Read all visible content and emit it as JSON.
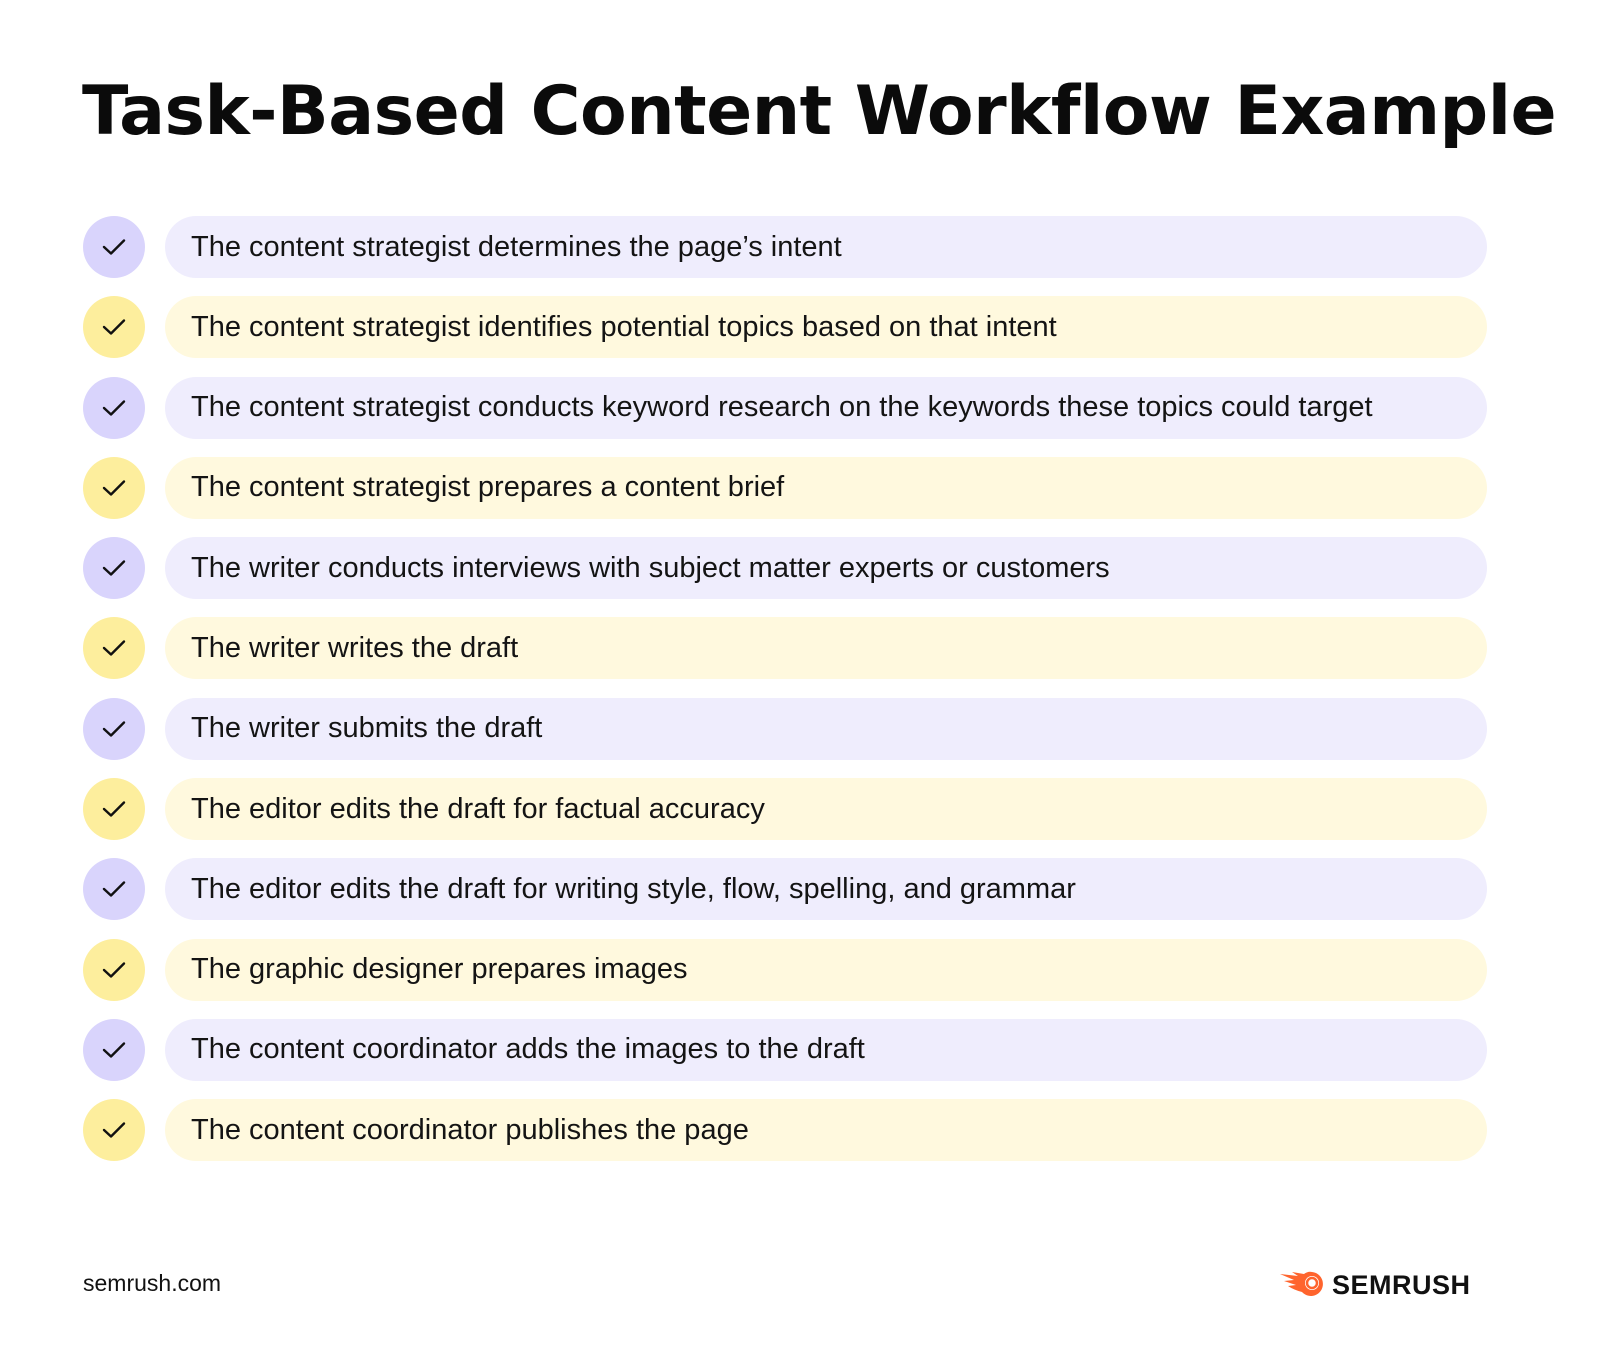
{
  "title": "Task-Based Content Workflow Example",
  "colors": {
    "purple_circle": "#d9d4fc",
    "purple_pill": "#efedfd",
    "yellow_circle": "#fdee9d",
    "yellow_pill": "#fff9de",
    "brand_orange": "#ff642d"
  },
  "steps": [
    {
      "text": "The content strategist determines the page’s intent",
      "color": "purple",
      "icon": "check-icon"
    },
    {
      "text": "The content strategist identifies potential topics based on that intent",
      "color": "yellow",
      "icon": "check-icon"
    },
    {
      "text": "The content strategist conducts keyword research on the keywords these topics could target",
      "color": "purple",
      "icon": "check-icon"
    },
    {
      "text": "The content strategist prepares a content brief",
      "color": "yellow",
      "icon": "check-icon"
    },
    {
      "text": "The writer conducts interviews with subject matter experts or customers",
      "color": "purple",
      "icon": "check-icon"
    },
    {
      "text": "The writer writes the draft",
      "color": "yellow",
      "icon": "check-icon"
    },
    {
      "text": "The writer submits the draft",
      "color": "purple",
      "icon": "check-icon"
    },
    {
      "text": "The editor edits the draft for factual accuracy",
      "color": "yellow",
      "icon": "check-icon"
    },
    {
      "text": "The editor edits the draft for writing style, flow, spelling, and grammar",
      "color": "purple",
      "icon": "check-icon"
    },
    {
      "text": "The graphic designer prepares images",
      "color": "yellow",
      "icon": "check-icon"
    },
    {
      "text": "The content coordinator adds the images to the draft",
      "color": "purple",
      "icon": "check-icon"
    },
    {
      "text": "The content coordinator publishes the page",
      "color": "yellow",
      "icon": "check-icon"
    }
  ],
  "footer": {
    "site": "semrush.com",
    "logo_text": "SEMRUSH",
    "logo_icon": "semrush-fireball-icon"
  }
}
